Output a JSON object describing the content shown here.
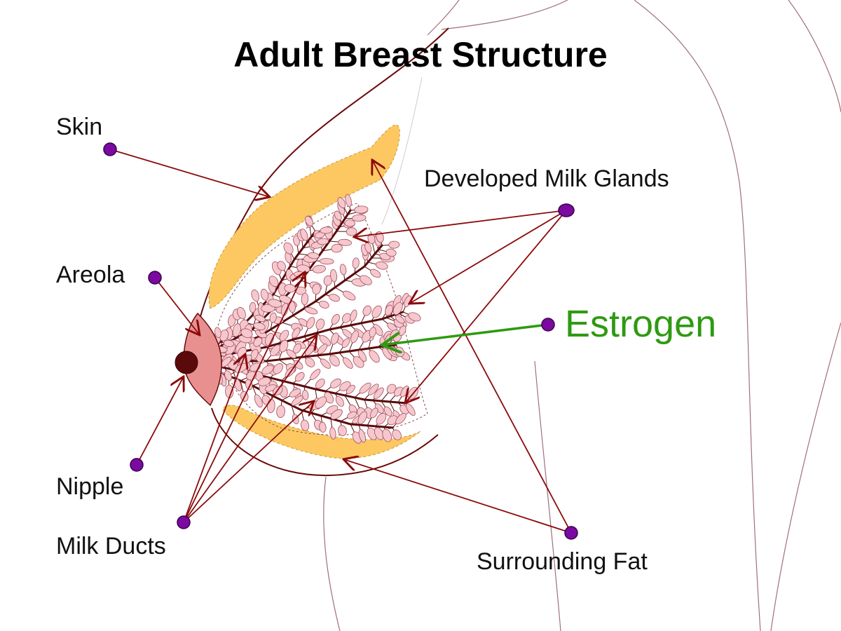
{
  "title": "Adult Breast Structure",
  "labels": {
    "skin": "Skin",
    "areola": "Areola",
    "nipple": "Nipple",
    "milk_ducts": "Milk Ducts",
    "developed_milk_glands": "Developed Milk Glands",
    "estrogen": "Estrogen",
    "surrounding_fat": "Surrounding Fat"
  },
  "colors": {
    "leader": "#8b0a0a",
    "estrogen": "#2e9a12",
    "marker": "#7a0aa0",
    "fat": "#fdc862",
    "lobule": "#f6c8cd",
    "areola": "#e89090",
    "nipple": "#5a0a0a",
    "body_outline": "#a0707a"
  }
}
